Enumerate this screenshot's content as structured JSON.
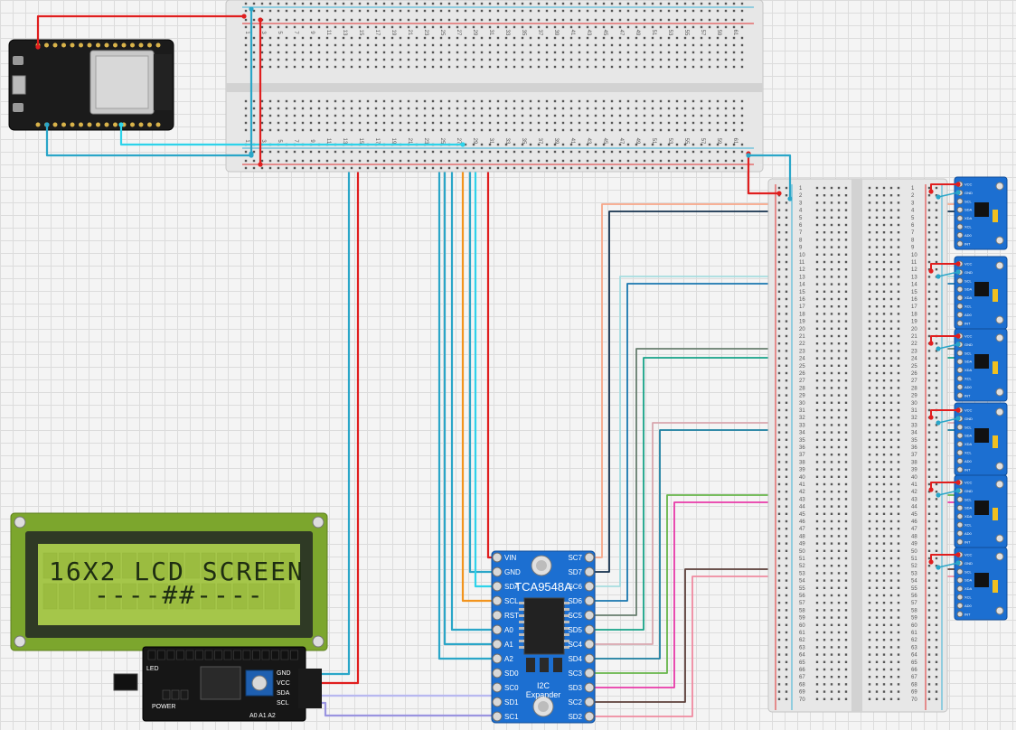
{
  "lcd": {
    "line1": "16X2 LCD SCREEN",
    "line2": "----##----",
    "backpack_pins": [
      "GND",
      "VCC",
      "SDA",
      "SCL"
    ],
    "led_label": "LED",
    "power_label": "POWER",
    "addr_label": "A0 A1 A2"
  },
  "expander": {
    "model": "TCA9548A",
    "subtitle_line1": "I2C",
    "subtitle_line2": "Expander",
    "left_pins": [
      "VIN",
      "GND",
      "SDA",
      "SCL",
      "RST",
      "A0",
      "A1",
      "A2",
      "SD0",
      "SC0",
      "SD1",
      "SC1"
    ],
    "right_pins": [
      "SC7",
      "SD7",
      "SC6",
      "SD6",
      "SC5",
      "SD5",
      "SC4",
      "SD4",
      "SC3",
      "SD3",
      "SC2",
      "SD2"
    ]
  },
  "sensor_pins": [
    "VCC",
    "GND",
    "SCL",
    "SDA",
    "XDA",
    "XCL",
    "AD0",
    "INT"
  ],
  "colors": {
    "power": "#e01e1e",
    "ground": "#2aa6c8",
    "sda": "#2dd3ea",
    "scl": "#f2941e",
    "board_blue": "#1c6fd1",
    "lcd_green": "#9cc23a"
  }
}
